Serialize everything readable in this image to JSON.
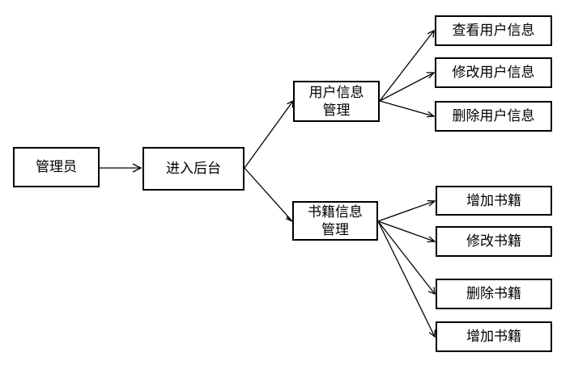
{
  "nodes": {
    "admin": "管理员",
    "backend": "进入后台",
    "user_mgmt": [
      "用户信息",
      "管理"
    ],
    "book_mgmt": [
      "书籍信息",
      "管理"
    ],
    "user_actions": [
      "查看用户信息",
      "修改用户信息",
      "删除用户信息"
    ],
    "book_actions": [
      "增加书籍",
      "修改书籍",
      "删除书籍",
      "增加书籍"
    ]
  }
}
